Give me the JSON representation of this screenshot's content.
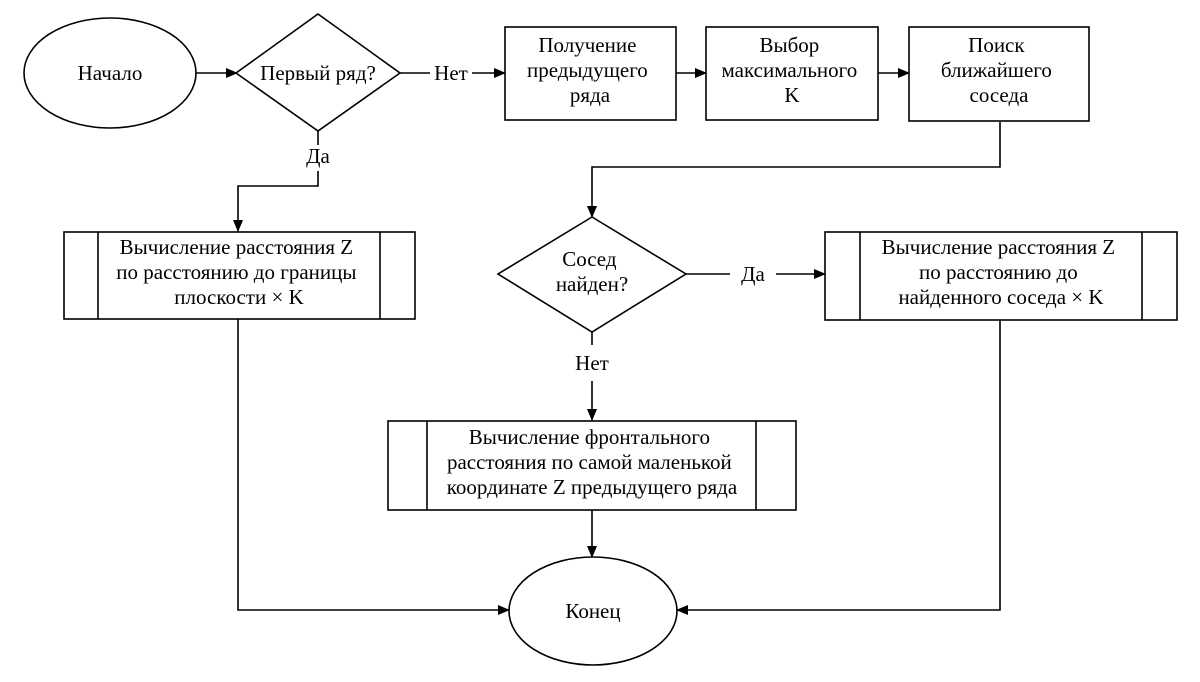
{
  "nodes": {
    "start": {
      "lines": [
        "Начало"
      ]
    },
    "first_row": {
      "lines": [
        "Первый ряд?"
      ]
    },
    "get_prev_row": {
      "lines": [
        "Получение",
        "предыдущего",
        "ряда"
      ]
    },
    "max_k": {
      "lines": [
        "Выбор",
        "максимального",
        "K"
      ]
    },
    "find_neighbor": {
      "lines": [
        "Поиск",
        "ближайшего",
        "соседа"
      ]
    },
    "calc_z_boundary": {
      "lines": [
        "Вычисление расстояния Z",
        "по расстоянию до границы",
        "плоскости × K"
      ]
    },
    "neighbor_found": {
      "lines": [
        "Сосед",
        "найден?"
      ]
    },
    "calc_z_neighbor": {
      "lines": [
        "Вычисление расстояния Z",
        "по расстоянию до",
        "найденного соседа × K"
      ]
    },
    "calc_frontal": {
      "lines": [
        "Вычисление фронтального",
        "расстояния по самой маленькой",
        "координате Z предыдущего ряда"
      ]
    },
    "end": {
      "lines": [
        "Конец"
      ]
    }
  },
  "edge_labels": {
    "first_row_no": "Нет",
    "first_row_yes": "Да",
    "neighbor_yes": "Да",
    "neighbor_no": "Нет"
  }
}
